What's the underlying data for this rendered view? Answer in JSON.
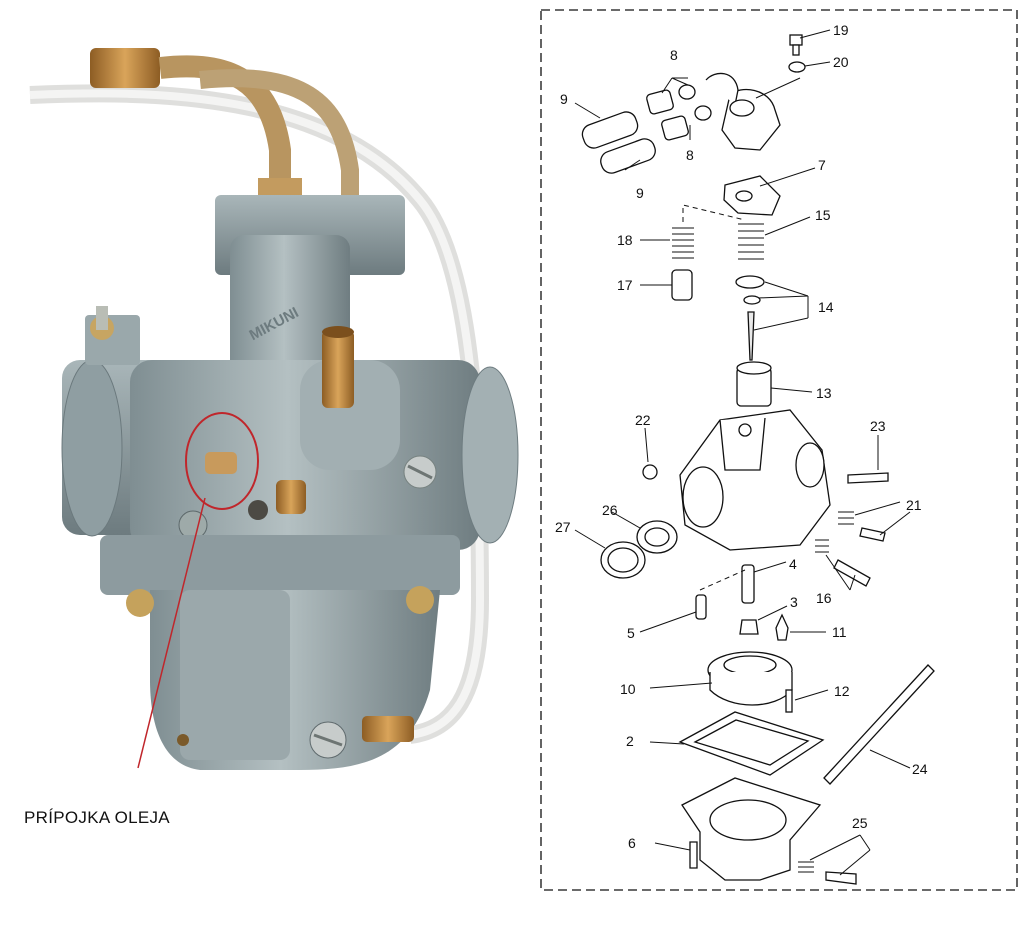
{
  "photo": {
    "caption": "PRÍPOJKA OLEJA",
    "colors": {
      "body": "#9aa8ab",
      "brass": "#c08a3e",
      "hose": "#e4e4e2",
      "marker": "#c0262b"
    }
  },
  "diagram": {
    "labels": {
      "p2": "2",
      "p3": "3",
      "p4": "4",
      "p5": "5",
      "p6": "6",
      "p7": "7",
      "p8a": "8",
      "p8b": "8",
      "p9a": "9",
      "p9b": "9",
      "p10": "10",
      "p11": "11",
      "p12": "12",
      "p13": "13",
      "p14": "14",
      "p15": "15",
      "p16": "16",
      "p17": "17",
      "p18": "18",
      "p19": "19",
      "p20": "20",
      "p21": "21",
      "p22": "22",
      "p23": "23",
      "p24": "24",
      "p25": "25",
      "p26": "26",
      "p27": "27"
    }
  }
}
